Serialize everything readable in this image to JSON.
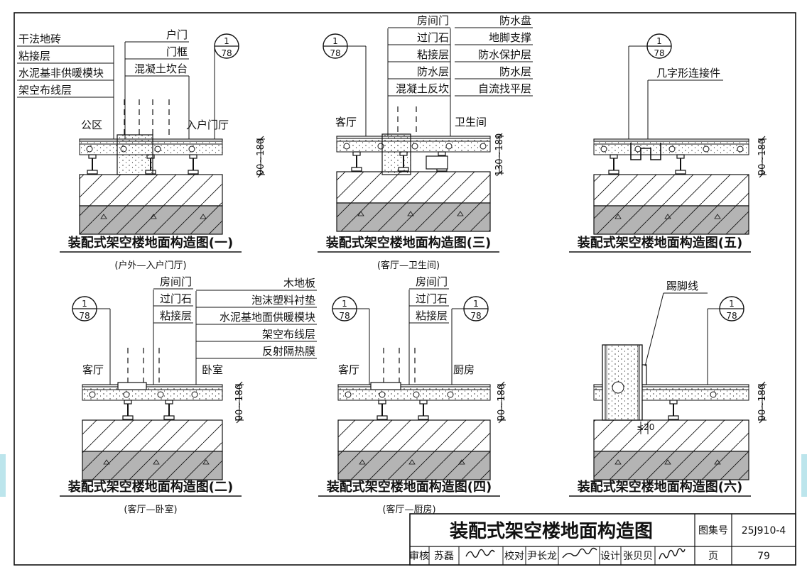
{
  "colors": {
    "line": "#111111",
    "shade": "#b4b4b4",
    "accent": "#8fd3e0"
  },
  "detail_ref": {
    "top": "1",
    "bottom": "78"
  },
  "dimension": "90~180",
  "figures": {
    "f1": {
      "caption": "装配式架空楼地面构造图(一)",
      "subcaption": "(户外—入户门厅)",
      "left_labels": [
        "干法地砖",
        "粘接层",
        "水泥基非供暖模块",
        "架空布线层"
      ],
      "right_labels": [
        "户门",
        "门框",
        "混凝土坎台"
      ],
      "room_left": "公区",
      "room_right": "入户门厅"
    },
    "f3": {
      "caption": "装配式架空楼地面构造图(三)",
      "subcaption": "(客厅—卫生间)",
      "left_labels": [
        "房间门",
        "过门石",
        "粘接层",
        "防水层",
        "混凝土反坎"
      ],
      "right_labels": [
        "防水盘",
        "地脚支撑",
        "防水保护层",
        "防水层",
        "自流找平层"
      ],
      "room_left": "客厅",
      "room_right": "卫生间",
      "dimension": "130~180"
    },
    "f5": {
      "caption": "装配式架空楼地面构造图(五)",
      "label": "几字形连接件"
    },
    "f2": {
      "caption": "装配式架空楼地面构造图(二)",
      "subcaption": "(客厅—卧室)",
      "left_labels": [
        "房间门",
        "过门石",
        "粘接层"
      ],
      "right_labels": [
        "木地板",
        "泡沫塑料衬垫",
        "水泥基地面供暖模块",
        "架空布线层",
        "反射隔热膜"
      ],
      "room_left": "客厅",
      "room_right": "卧室"
    },
    "f4": {
      "caption": "装配式架空楼地面构造图(四)",
      "subcaption": "(客厅—厨房)",
      "left_labels": [
        "房间门",
        "过门石",
        "粘接层"
      ],
      "room_left": "客厅",
      "room_right": "厨房"
    },
    "f6": {
      "caption": "装配式架空楼地面构造图(六)",
      "label": "踢脚线",
      "gap": "≤20"
    }
  },
  "title_block": {
    "title": "装配式架空楼地面构造图",
    "atlas_label": "图集号",
    "atlas_no": "25J910-4",
    "page_label": "页",
    "page_no": "79",
    "review_label": "审核",
    "reviewer": "苏磊",
    "check_label": "校对",
    "checker": "尹长龙",
    "design_label": "设计",
    "designer": "张贝贝"
  }
}
